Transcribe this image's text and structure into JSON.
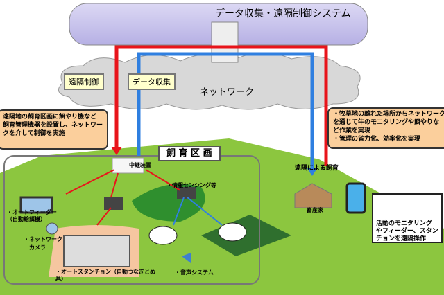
{
  "system_title": "データ収集・遠隔制御システム",
  "remote_control_label": "遠隔制御",
  "data_collection_label": "データ収集",
  "network_label": "ネットワーク",
  "left_note": [
    "遠隔地の飼育区画に餌やり機など",
    "飼育管理機器を設置し、ネットワー",
    "クを介して制御を実施"
  ],
  "right_note": [
    "・牧草地の離れた場所からネットワーク",
    "を通じて牛のモニタリングや餌やりな",
    "ど作業を実現",
    "・管理の省力化、効率化を実現"
  ],
  "area_title": "飼 育 区 画",
  "relay_device": "中継装置",
  "sensing": "・情報センシング等",
  "auto_feeder": [
    "・オートフィーダー",
    "（自動給餌機）"
  ],
  "network_camera": [
    "・ネットワーク",
    "カメラ"
  ],
  "auto_stanchion": [
    "・オートスタンチョン（自動つなぎとめ",
    "具）"
  ],
  "audio_system": "・音声システム",
  "remote_breeding": "遠隔による飼育",
  "farmer": "畜産家",
  "phone_caption": [
    "活動のモニタリング",
    "やフィーダー、スタン",
    "チョンを遠隔操作"
  ],
  "colors": {
    "control_line": "#e8141b",
    "data_line": "#2f7fe0",
    "field": "#8cc63f",
    "dark_field": "#3f9a2e",
    "note": "#fbcf9c"
  }
}
